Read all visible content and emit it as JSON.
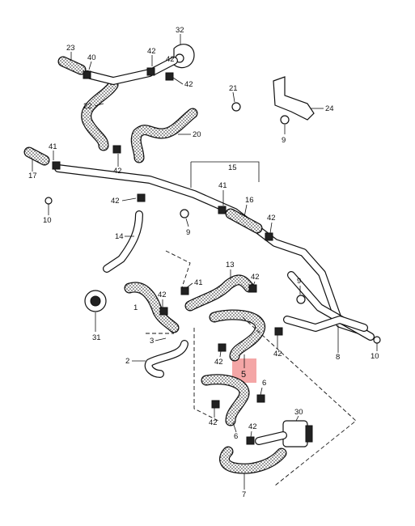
{
  "diagram": {
    "highlight_color": "#f4a6a6",
    "highlighted_part": "5",
    "callouts": [
      "23",
      "40",
      "42",
      "32",
      "42",
      "42",
      "22",
      "21",
      "24",
      "20",
      "9",
      "41",
      "17",
      "42",
      "15",
      "41",
      "16",
      "42",
      "10",
      "9",
      "42",
      "14",
      "13",
      "42",
      "41",
      "42",
      "1",
      "9",
      "31",
      "3",
      "42",
      "42",
      "8",
      "2",
      "10",
      "5",
      "6",
      "42",
      "30",
      "42",
      "6",
      "7"
    ]
  }
}
